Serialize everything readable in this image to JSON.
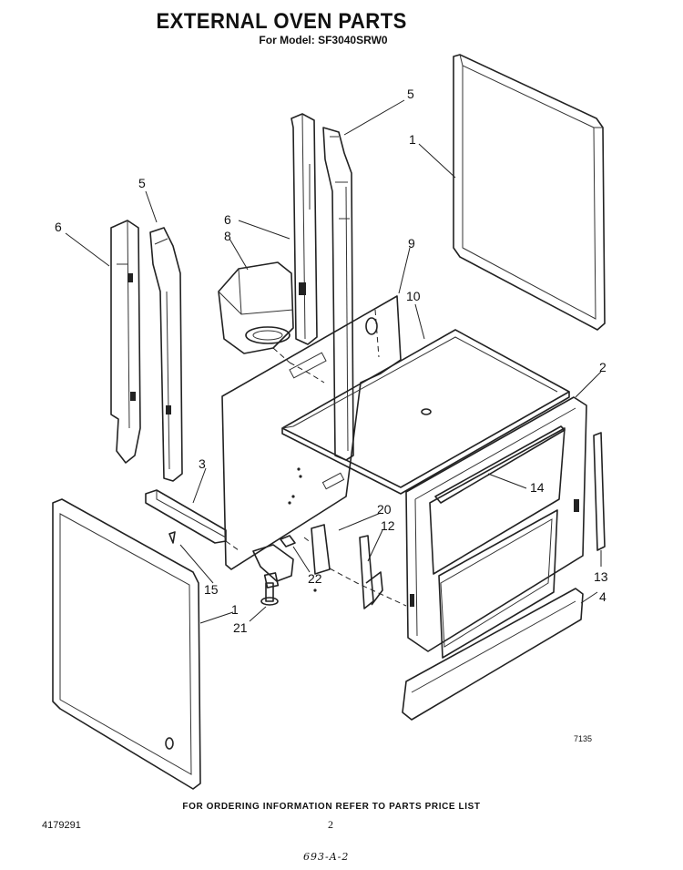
{
  "header": {
    "title": "EXTERNAL OVEN PARTS",
    "subtitle": "For Model: SF3040SRW0"
  },
  "footer": {
    "note": "FOR ORDERING INFORMATION REFER TO PARTS PRICE LIST",
    "doc_number": "4179291",
    "page_number": "2",
    "handwritten_code": "693-A-2"
  },
  "figure": {
    "code": "7135",
    "callouts": {
      "c1_top": "1",
      "c1_bottom": "1",
      "c2": "2",
      "c3": "3",
      "c4": "4",
      "c5_left": "5",
      "c5_right": "5",
      "c6_left": "6",
      "c6_center": "6",
      "c8": "8",
      "c9": "9",
      "c10": "10",
      "c12": "12",
      "c13": "13",
      "c14": "14",
      "c15": "15",
      "c20": "20",
      "c21": "21",
      "c22": "22"
    }
  }
}
